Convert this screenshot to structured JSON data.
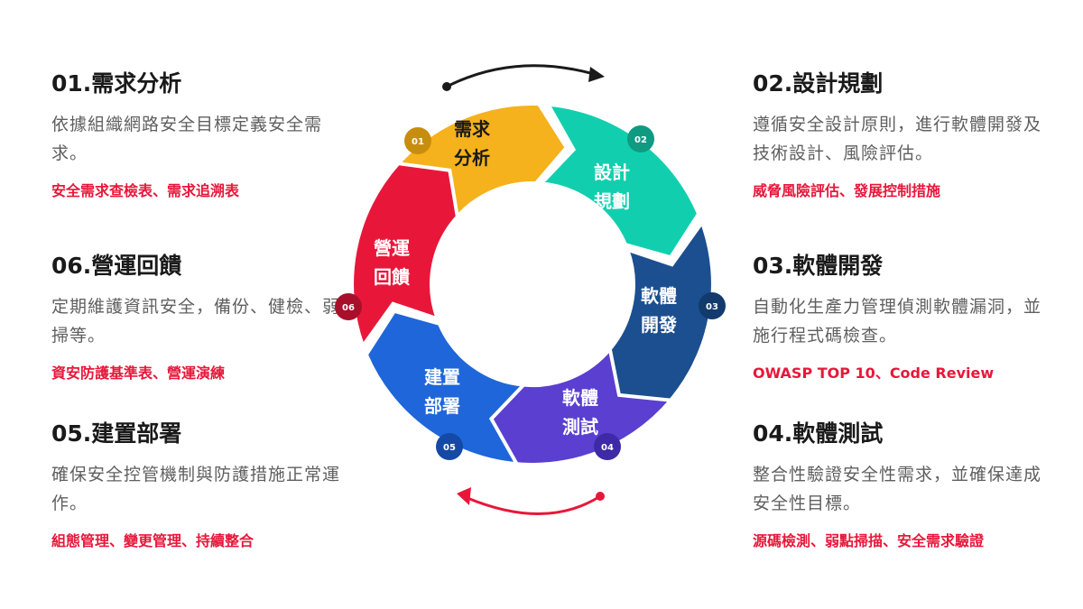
{
  "stages": [
    {
      "title": "01.需求分析",
      "desc": "依據組織網路安全目標定義安全需求。",
      "tools": "安全需求查檢表、需求追溯表",
      "label_line1": "需求",
      "label_line2": "分析",
      "badge": "01",
      "color": "#f5b21c",
      "badge_color": "#c78e0e"
    },
    {
      "title": "02.設計規劃",
      "desc": "遵循安全設計原則，進行軟體開發及技術設計、風險評估。",
      "tools": "威脅風險評估、發展控制措施",
      "label_line1": "設計",
      "label_line2": "規劃",
      "badge": "02",
      "color": "#11cfae",
      "badge_color": "#0f9a82"
    },
    {
      "title": "03.軟體開發",
      "desc": "自動化生產力管理偵測軟體漏洞，並施行程式碼檢查。",
      "tools": "OWASP TOP 10、Code Review",
      "label_line1": "軟體",
      "label_line2": "開發",
      "badge": "03",
      "color": "#1b4f8f",
      "badge_color": "#123a6c"
    },
    {
      "title": "04.軟體測試",
      "desc": "整合性驗證安全性需求，並確保達成安全性目標。",
      "tools": "源碼檢測、弱點掃描、安全需求驗證",
      "label_line1": "軟體",
      "label_line2": "測試",
      "badge": "04",
      "color": "#5a3fd0",
      "badge_color": "#3e2aa6"
    },
    {
      "title": "05.建置部署",
      "desc": "確保安全控管機制與防護措施正常運作。",
      "tools": "組態管理、變更管理、持續整合",
      "label_line1": "建置",
      "label_line2": "部署",
      "badge": "05",
      "color": "#1e66d9",
      "badge_color": "#1449a6"
    },
    {
      "title": "06.營運回饋",
      "desc": "定期維護資訊安全，備份、健檢、弱掃等。",
      "tools": "資安防護基準表、營運演練",
      "label_line1": "營運",
      "label_line2": "回饋",
      "badge": "06",
      "color": "#e8173a",
      "badge_color": "#a80f2a"
    }
  ],
  "colors": {
    "top_arrow": "#1a1a1a",
    "bottom_arrow": "#e8173a"
  }
}
